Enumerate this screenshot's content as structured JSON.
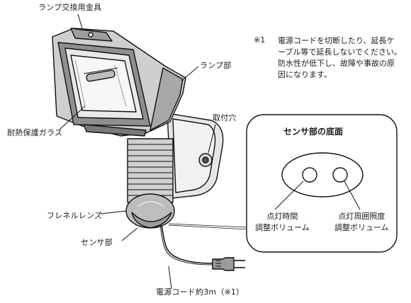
{
  "labels": {
    "lamp_cover": "ランプ交換用金具",
    "lamp_part": "ランプ部",
    "heat_glass": "耐熱保護ガラス",
    "mount_hole": "取付穴",
    "fresnel_lens": "フレネルレンズ",
    "sensor_part": "センサ部",
    "power_cord": "電源コード約3m（※1）"
  },
  "note": {
    "mark": "※1",
    "text": "電源コードを切断したり、延長ケーブル等で延長しないでください。防水性が低下し、故障や事故の原因になります。"
  },
  "sensor_panel": {
    "title": "センサ部の底面",
    "left_knob": {
      "line1": "点灯時間",
      "line2": "調整ボリューム"
    },
    "right_knob": {
      "line1": "点灯周囲照度",
      "line2": "調整ボリューム"
    }
  }
}
